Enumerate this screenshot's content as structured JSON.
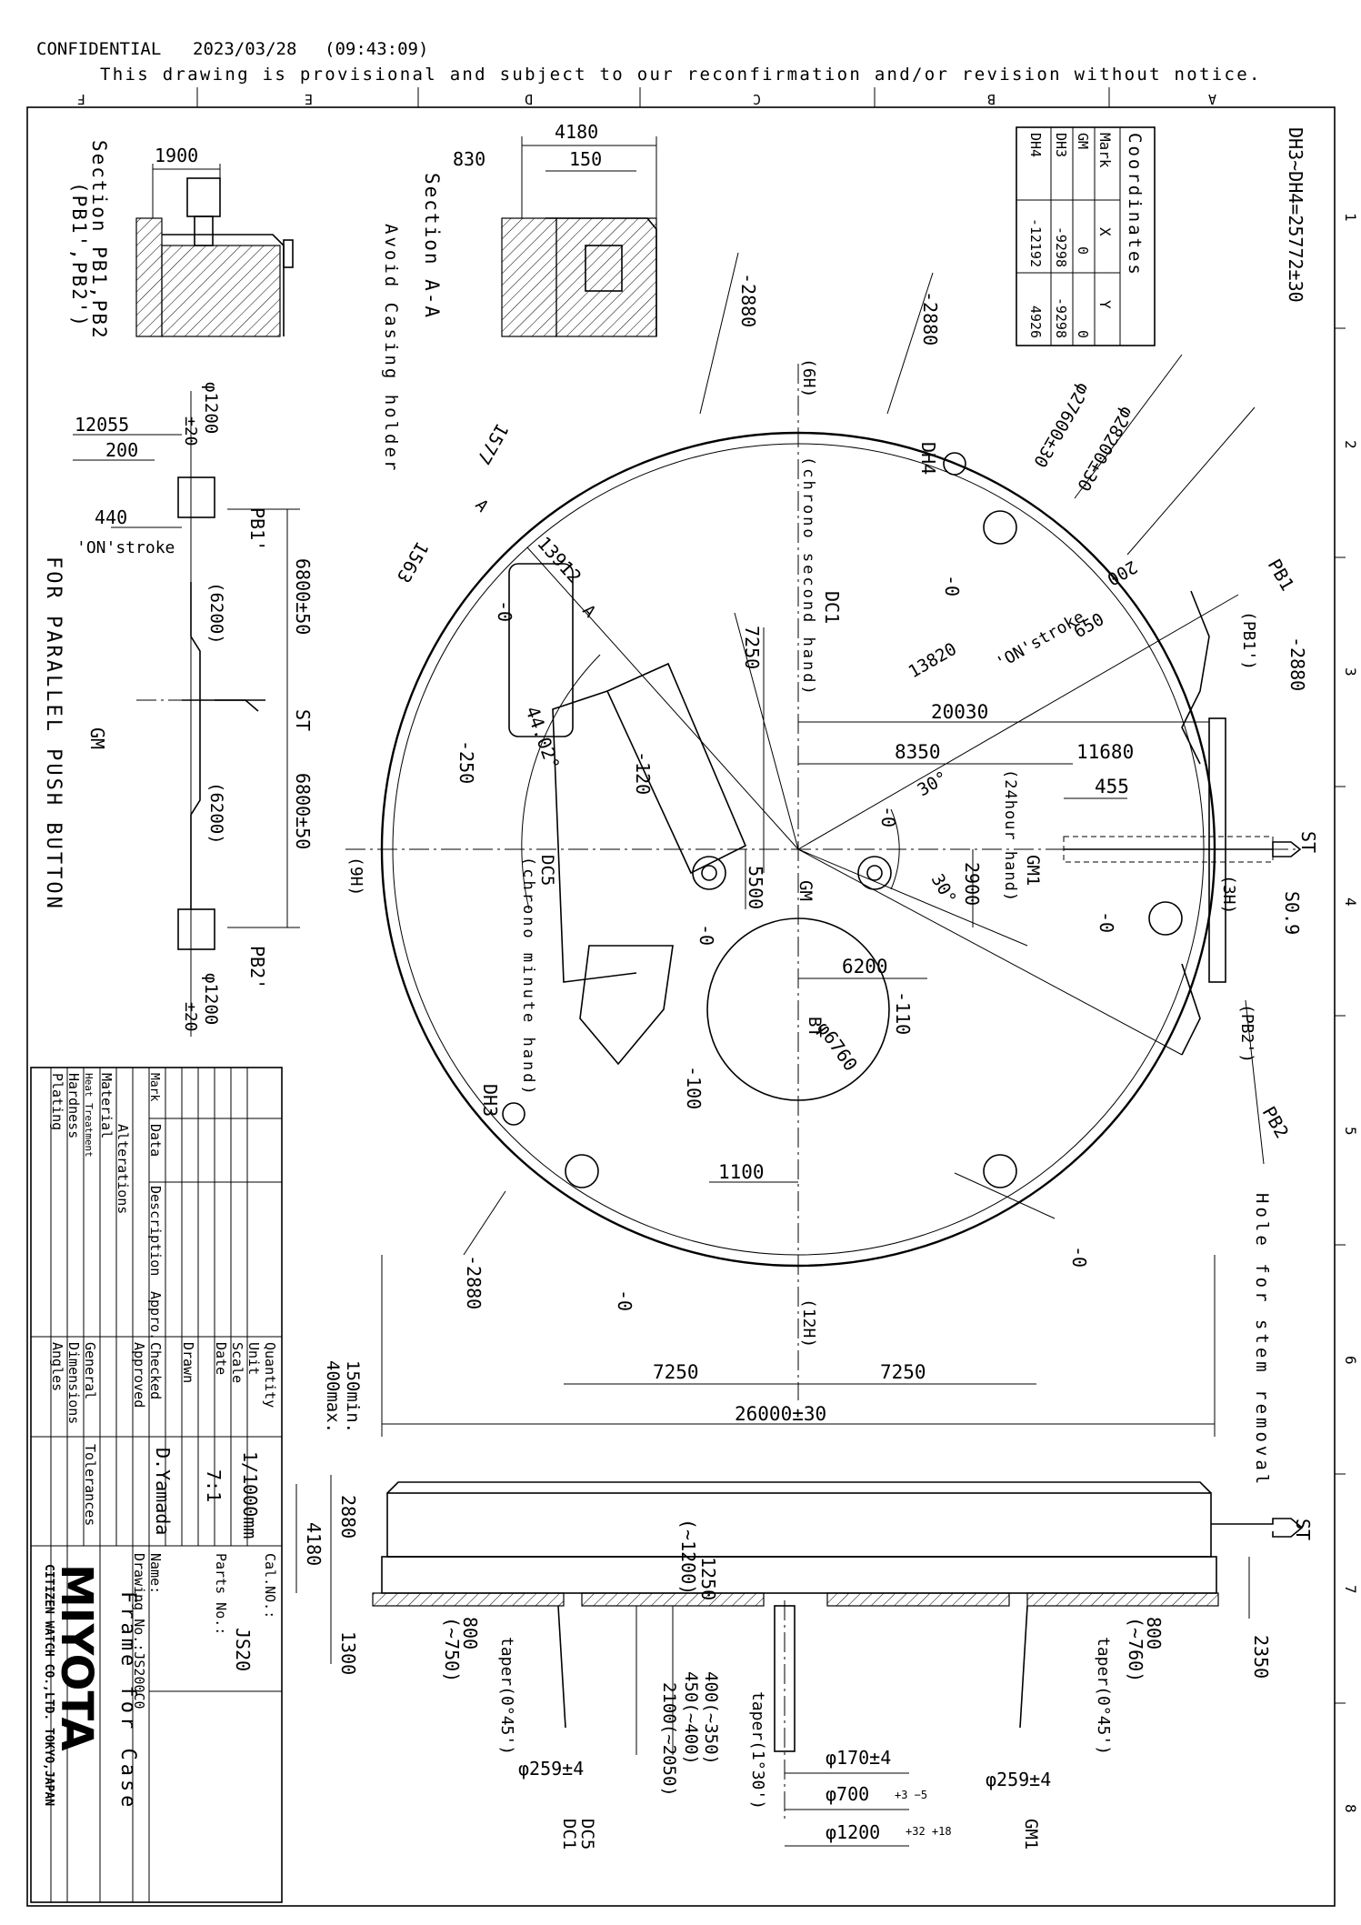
{
  "header": {
    "confidential": "CONFIDENTIAL",
    "date": "2023/03/28",
    "time": "(09:43:09)",
    "notice": "This drawing is provisional and subject to our reconfirmation and/or revision without notice."
  },
  "grid": {
    "cols": [
      "F",
      "E",
      "D",
      "C",
      "B",
      "A"
    ],
    "rows": [
      "1",
      "2",
      "3",
      "4",
      "5",
      "6",
      "7",
      "8"
    ]
  },
  "top_note": "DH3~DH4=25772±30",
  "coordinates": {
    "title": "Coordinates",
    "headers": [
      "Mark",
      "X",
      "Y"
    ],
    "rows": [
      [
        "GM",
        "0",
        "0"
      ],
      [
        "DH3",
        "-9298",
        "-9298"
      ],
      [
        "DH4",
        "-12192",
        "4926"
      ]
    ]
  },
  "section_pb": {
    "title": "Section PB1,PB2",
    "sub": "(PB1',PB2')",
    "dim": "1900"
  },
  "section_aa": {
    "title": "Section A-A",
    "note": "Avoid Casing holder",
    "dim_total": "4180",
    "dim_830": "830",
    "dim_150": "150"
  },
  "parallel": {
    "title": "FOR PARALLEL PUSH BUTTON",
    "d12055": "12055",
    "d200": "200",
    "d440": "440",
    "on_stroke": "'ON'stroke",
    "phi1200_top": "φ1200",
    "tol_top": "±20",
    "pb1p": "PB1'",
    "d6800a": "6800±50",
    "d6200a": "(6200)",
    "st": "ST",
    "gm": "GM",
    "d6800b": "6800±50",
    "d6200b": "(6200)",
    "pb2p": "PB2'",
    "phi1200_bot": "φ1200",
    "tol_bot": "±20"
  },
  "plan": {
    "h6": "(6H)",
    "h9": "(9H)",
    "h12": "(12H)",
    "h3": "(3H)",
    "minus2880": "-2880",
    "minus0": "-0",
    "minus250": "-250",
    "minus120": "-120",
    "minus110": "-110",
    "minus100": "-100",
    "dc1": "DC1",
    "dc1_note": "(chrono second hand)",
    "dc5": "DC5",
    "dc5_note": "(chrono minute hand)",
    "gm1": "GM1",
    "gm1_note": "(24hour hand)",
    "gm": "GM",
    "bt": "BT",
    "dh3": "DH3",
    "dh4": "DH4",
    "pb1": "PB1",
    "pb1p": "(PB1')",
    "pb2": "PB2",
    "pb2p": "(PB2')",
    "st": "ST",
    "s09": "S0.9",
    "phi27600": "φ27600±30",
    "phi28200": "φ28200±30",
    "d13912": "13912",
    "d1577": "1577",
    "d1563": "1563",
    "a_label": "A",
    "d7250v": "7250",
    "d5500": "5500",
    "d20030": "20030",
    "d8350": "8350",
    "d11680": "11680",
    "d455": "455",
    "d2900": "2900",
    "d6200": "6200",
    "phi6760": "φ6760",
    "d1100": "1100",
    "ang30a": "30°",
    "ang30b": "30°",
    "ang44": "44.02°",
    "d13820": "13820",
    "d650": "650",
    "on_stroke": "'ON'stroke",
    "d200": "200",
    "d7250l": "7250",
    "d7250r": "7250",
    "d26000": "26000±30",
    "stem_note": "Hole for stem removal"
  },
  "side": {
    "d150min": "150min.",
    "d400max": "400max.",
    "d2880": "2880",
    "d4180": "4180",
    "d1300": "1300",
    "d1250": "1250",
    "d1200p": "(~1200)",
    "d800l": "800",
    "d750": "(~750)",
    "taper_l": "taper(0°45')",
    "phi259l": "φ259±4",
    "d400": "400(~350)",
    "d450": "450(~400)",
    "d2100": "2100(~2050)",
    "taper_c": "taper(1°30')",
    "phi170": "φ170±4",
    "phi700": "φ700",
    "phi700_tol": "+3 −5",
    "phi1200": "φ1200",
    "phi1200_tol": "+32 +18",
    "phi259r": "φ259±4",
    "taper_r": "taper(0°45')",
    "d800r": "800",
    "d760": "(~760)",
    "d2350": "2350",
    "st": "ST",
    "dc5": "DC5",
    "dc1": "DC1",
    "gm1": "GM1"
  },
  "title_block": {
    "quantity": "Quantity",
    "unit": "Unit",
    "unit_val": "1/1000mm",
    "scale": "Scale",
    "scale_val": "7:1",
    "date": "Date",
    "drawn": "Drawn",
    "drawn_val": "D.Yamada",
    "checked": "Checked",
    "approved": "Approved",
    "cal_no": "Cal.NO.:",
    "cal_val": "JS20",
    "parts_no": "Parts No.:",
    "name": "Name:",
    "name_val": "Frame for Case",
    "drawing_no": "Drawing No.:JS200C0",
    "mark": "Mark",
    "data": "Data",
    "description": "Description",
    "appro": "Appro.",
    "alterations": "Alterations",
    "material": "Material",
    "heat": "Heat Treatment",
    "hardness": "Hardness",
    "plating": "Plating",
    "general": "General",
    "dimensions": "Dimensions",
    "angles": "Angles",
    "tolerances": "Tolerances",
    "brand": "MIYOTA",
    "company": "CITIZEN WATCH CO.,LTD. TOKYO,JAPAN"
  }
}
